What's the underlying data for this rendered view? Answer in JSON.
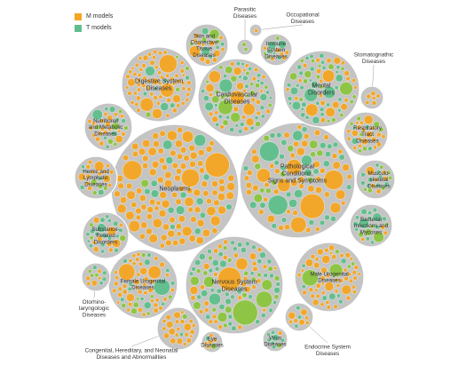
{
  "legend": [
    {
      "label": "M models",
      "color": "#f5a623"
    },
    {
      "label": "T models",
      "color": "#5fbf8c"
    }
  ],
  "colors": {
    "m": "#f5a623",
    "t": "#5fbf8c",
    "t_light": "#7fcf90",
    "lime": "#8cc63f",
    "group_fill": "#c4c4c4",
    "group_stroke": "#ffffff",
    "label_text": "#333333"
  },
  "groups": [
    {
      "id": "neoplasms",
      "label": "Neoplasms",
      "m_share": 0.85
    },
    {
      "id": "pathological",
      "label": "Pathological Conditions, Signs and Symptoms",
      "m_share": 0.55
    },
    {
      "id": "nervous",
      "label": "Nervous System Diseases",
      "m_share": 0.3
    },
    {
      "id": "cardiovascular",
      "label": "Cardiovascular Diseases",
      "m_share": 0.35
    },
    {
      "id": "digestive",
      "label": "Digestive System Diseases",
      "m_share": 0.8
    },
    {
      "id": "mental",
      "label": "Mental Disorders",
      "m_share": 0.25
    },
    {
      "id": "female-urogenital",
      "label": "Female Urogenital Diseases",
      "m_share": 0.6
    },
    {
      "id": "male-urogenital",
      "label": "Male Urogenital Diseases",
      "m_share": 0.75
    },
    {
      "id": "nutritional",
      "label": "Nutritional and Metabolic Diseases",
      "m_share": 0.5
    },
    {
      "id": "hemic",
      "label": "Hemic and Lymphatic Diseases",
      "m_share": 0.6
    },
    {
      "id": "substance",
      "label": "Substance-Related Disorders",
      "m_share": 0.3
    },
    {
      "id": "respiratory",
      "label": "Respiratory Tract Diseases",
      "m_share": 0.5
    },
    {
      "id": "musculoskeletal",
      "label": "Musculo-skeletal Diseases",
      "m_share": 0.3
    },
    {
      "id": "bacterial",
      "label": "Bacterial Infections and Mycoses",
      "m_share": 0.2
    },
    {
      "id": "skin",
      "label": "Skin and Connective Tissue Diseases",
      "m_share": 0.6
    },
    {
      "id": "immune",
      "label": "Immune System Diseases",
      "m_share": 0.4
    },
    {
      "id": "parasitic",
      "label": "Parasitic Diseases",
      "m_share": 0.0
    },
    {
      "id": "occupational",
      "label": "Occupational Diseases",
      "m_share": 0.5
    },
    {
      "id": "stomatognathic",
      "label": "Stomatognathic Diseases",
      "m_share": 1.0
    },
    {
      "id": "otorhinolaryngologic",
      "label": "Otorhinolaryngologic Diseases",
      "m_share": 0.4
    },
    {
      "id": "congenital",
      "label": "Congenital, Hereditary, and Neonatal Diseases and Abnormalities",
      "m_share": 0.85
    },
    {
      "id": "eye",
      "label": "Eye Diseases",
      "m_share": 0.5
    },
    {
      "id": "virus",
      "label": "Virus Diseases",
      "m_share": 0.5
    },
    {
      "id": "endocrine",
      "label": "Endocrine System Diseases",
      "m_share": 0.6
    }
  ]
}
